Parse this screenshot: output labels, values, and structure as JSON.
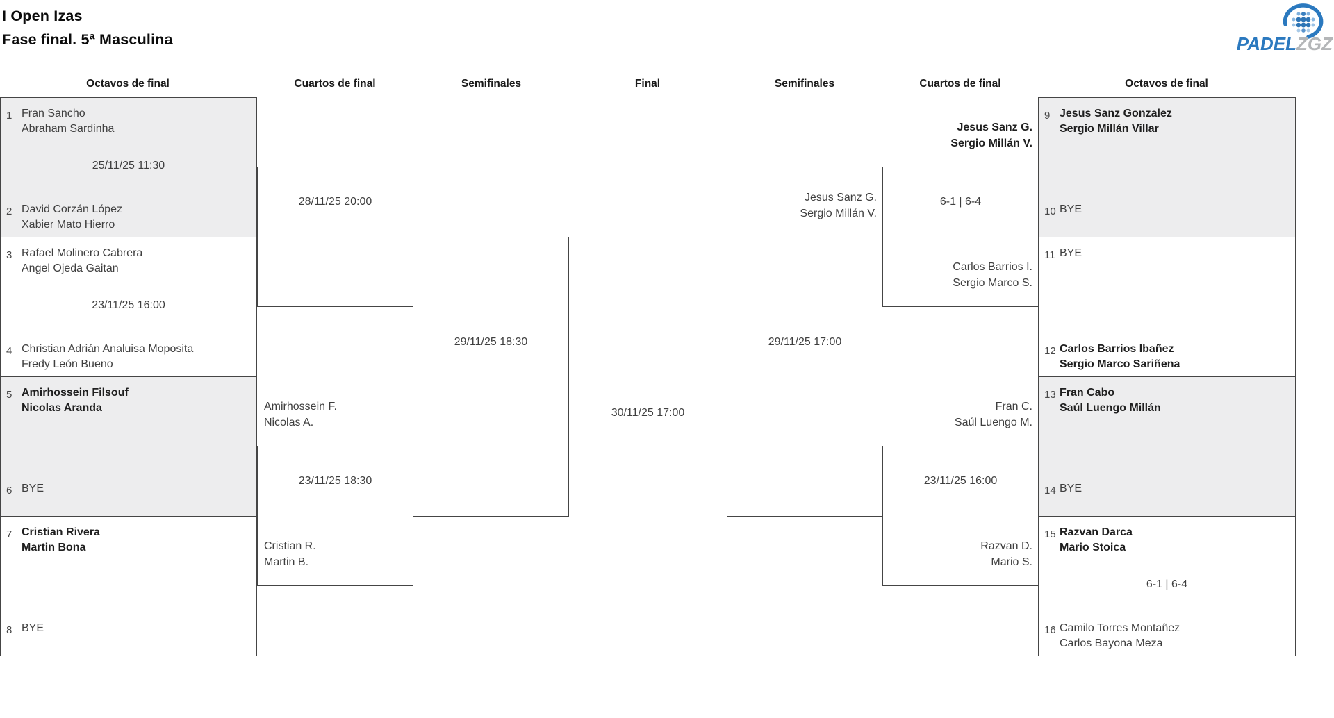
{
  "title": {
    "line1": "I Open Izas",
    "line2": "Fase final. 5ª Masculina"
  },
  "logo": {
    "brand_blue": "PADEL",
    "brand_gray": "ZGZ"
  },
  "colors": {
    "accent_blue": "#2b79bf",
    "accent_gray": "#b4b6b8",
    "box_shade": "#ededee",
    "border": "#454545"
  },
  "round_headers": [
    "Octavos de final",
    "Cuartos de final",
    "Semifinales",
    "Final",
    "Semifinales",
    "Cuartos de final",
    "Octavos de final"
  ],
  "r16_left": [
    {
      "seed_top": "1",
      "team_top": "Fran Sancho\nAbraham Sardinha",
      "info": "25/11/25 11:30",
      "seed_bot": "2",
      "team_bot": "David Corzán López\nXabier Mato Hierro"
    },
    {
      "seed_top": "3",
      "team_top": "Rafael Molinero Cabrera\nAngel Ojeda Gaitan",
      "info": "23/11/25 16:00",
      "seed_bot": "4",
      "team_bot": "Christian Adrián Analuisa Moposita\nFredy León Bueno"
    },
    {
      "seed_top": "5",
      "team_top": "Amirhossein Filsouf\nNicolas Aranda",
      "seed_bot": "6",
      "team_bot": "BYE"
    },
    {
      "seed_top": "7",
      "team_top": "Cristian Rivera\nMartin Bona",
      "seed_bot": "8",
      "team_bot": "BYE"
    }
  ],
  "r16_right": [
    {
      "seed_top": "9",
      "team_top": "Jesus Sanz Gonzalez\nSergio Millán Villar",
      "seed_bot": "10",
      "team_bot": "BYE"
    },
    {
      "seed_top": "11",
      "team_top": "BYE",
      "seed_bot": "12",
      "team_bot": "Carlos Barrios Ibañez\nSergio Marco Sariñena"
    },
    {
      "seed_top": "13",
      "team_top": "Fran Cabo\nSaúl Luengo Millán",
      "seed_bot": "14",
      "team_bot": "BYE"
    },
    {
      "seed_top": "15",
      "team_top": "Razvan Darca\nMario Stoica",
      "info": "6-1 | 6-4",
      "seed_bot": "16",
      "team_bot": "Camilo Torres Montañez\nCarlos Bayona Meza"
    }
  ],
  "qf_left": [
    {
      "info": "28/11/25 20:00"
    },
    {
      "info": "23/11/25 18:30",
      "team_top": "Amirhossein F.\nNicolas A.",
      "team_bot": "Cristian R.\nMartin B."
    }
  ],
  "qf_right": [
    {
      "info": "6-1 | 6-4",
      "team_top": "Jesus Sanz G.\nSergio Millán V.",
      "team_bot": "Carlos Barrios I.\nSergio Marco S."
    },
    {
      "info": "23/11/25 16:00",
      "team_top": "Fran C.\nSaúl Luengo M.",
      "team_bot": "Razvan D.\nMario S."
    }
  ],
  "sf_left": {
    "info": "29/11/25 18:30"
  },
  "sf_right": {
    "info": "29/11/25 17:00",
    "team_top": "Jesus Sanz G.\nSergio Millán V."
  },
  "final": {
    "info": "30/11/25 17:00"
  }
}
